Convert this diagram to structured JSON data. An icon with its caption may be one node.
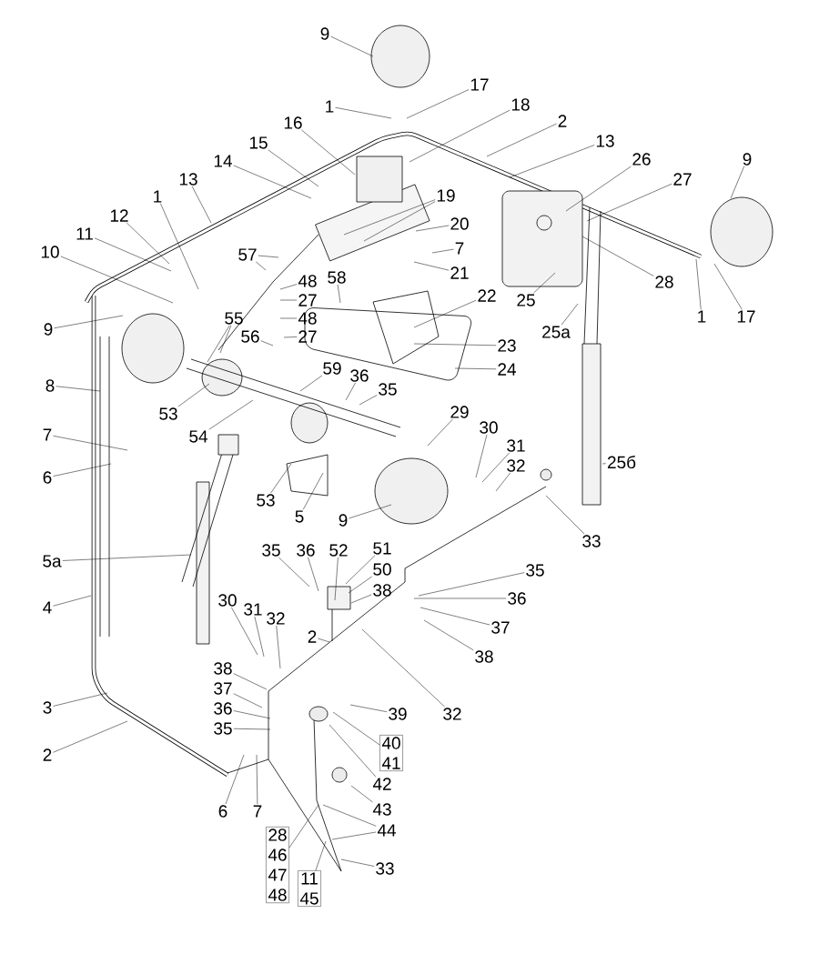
{
  "diagram": {
    "nodes": [
      {
        "text": [
          "9"
        ]
      },
      {
        "text": [
          "1"
        ]
      },
      {
        "text": [
          "17"
        ]
      },
      {
        "text": [
          "18"
        ]
      },
      {
        "text": [
          "2"
        ]
      },
      {
        "text": [
          "13"
        ]
      },
      {
        "text": [
          "16"
        ]
      },
      {
        "text": [
          "15"
        ]
      },
      {
        "text": [
          "14"
        ]
      },
      {
        "text": [
          "13"
        ]
      },
      {
        "text": [
          "1"
        ]
      },
      {
        "text": [
          "12"
        ]
      },
      {
        "text": [
          "11"
        ]
      },
      {
        "text": [
          "10"
        ]
      },
      {
        "text": [
          "19"
        ]
      },
      {
        "text": [
          "20"
        ]
      },
      {
        "text": [
          "7"
        ]
      },
      {
        "text": [
          "21"
        ]
      },
      {
        "text": [
          "57"
        ]
      },
      {
        "text": [
          "48"
        ]
      },
      {
        "text": [
          "27"
        ]
      },
      {
        "text": [
          "58"
        ]
      },
      {
        "text": [
          "48"
        ]
      },
      {
        "text": [
          "56"
        ]
      },
      {
        "text": [
          "27"
        ]
      },
      {
        "text": [
          "55"
        ]
      },
      {
        "text": [
          "9"
        ]
      },
      {
        "text": [
          "26"
        ]
      },
      {
        "text": [
          "27"
        ]
      },
      {
        "text": [
          "28"
        ]
      },
      {
        "text": [
          "25"
        ]
      },
      {
        "text": [
          "9"
        ]
      },
      {
        "text": [
          "1"
        ]
      },
      {
        "text": [
          "17"
        ]
      },
      {
        "text": [
          "25а"
        ]
      },
      {
        "text": [
          "22"
        ]
      },
      {
        "text": [
          "23"
        ]
      },
      {
        "text": [
          "24"
        ]
      },
      {
        "text": [
          "59"
        ]
      },
      {
        "text": [
          "36"
        ]
      },
      {
        "text": [
          "35"
        ]
      },
      {
        "text": [
          "8"
        ]
      },
      {
        "text": [
          "53"
        ]
      },
      {
        "text": [
          "54"
        ]
      },
      {
        "text": [
          "7"
        ]
      },
      {
        "text": [
          "6"
        ]
      },
      {
        "text": [
          "29"
        ]
      },
      {
        "text": [
          "30"
        ]
      },
      {
        "text": [
          "31"
        ]
      },
      {
        "text": [
          "32"
        ]
      },
      {
        "text": [
          "25б"
        ]
      },
      {
        "text": [
          "53"
        ]
      },
      {
        "text": [
          "5"
        ]
      },
      {
        "text": [
          "9"
        ]
      },
      {
        "text": [
          "33"
        ]
      },
      {
        "text": [
          "5а"
        ]
      },
      {
        "text": [
          "4"
        ]
      },
      {
        "text": [
          "35"
        ]
      },
      {
        "text": [
          "36"
        ]
      },
      {
        "text": [
          "52"
        ]
      },
      {
        "text": [
          "51"
        ]
      },
      {
        "text": [
          "50"
        ]
      },
      {
        "text": [
          "38"
        ]
      },
      {
        "text": [
          "35"
        ]
      },
      {
        "text": [
          "36"
        ]
      },
      {
        "text": [
          "37"
        ]
      },
      {
        "text": [
          "38"
        ]
      },
      {
        "text": [
          "32"
        ]
      },
      {
        "text": [
          "2"
        ]
      },
      {
        "text": [
          "30"
        ]
      },
      {
        "text": [
          "31"
        ]
      },
      {
        "text": [
          "32"
        ]
      },
      {
        "text": [
          "38"
        ]
      },
      {
        "text": [
          "37"
        ]
      },
      {
        "text": [
          "36"
        ]
      },
      {
        "text": [
          "35"
        ]
      },
      {
        "text": [
          "3"
        ]
      },
      {
        "text": [
          "2"
        ]
      },
      {
        "text": [
          "39"
        ]
      },
      {
        "text": [
          "40",
          "41"
        ]
      },
      {
        "text": [
          "42"
        ]
      },
      {
        "text": [
          "43"
        ]
      },
      {
        "text": [
          "44"
        ]
      },
      {
        "text": [
          "6"
        ]
      },
      {
        "text": [
          "7"
        ]
      },
      {
        "text": [
          "28",
          "46",
          "47",
          "48"
        ]
      },
      {
        "text": [
          "11",
          "45"
        ]
      },
      {
        "text": [
          "33"
        ]
      }
    ],
    "edges": [
      {
        "from": 0,
        "to": null,
        "arrow": "none"
      },
      {
        "from": 1,
        "to": null,
        "arrow": "none"
      },
      {
        "from": 2,
        "to": null,
        "arrow": "none"
      },
      {
        "from": 3,
        "to": null,
        "arrow": "none"
      },
      {
        "from": 4,
        "to": null,
        "arrow": "none"
      },
      {
        "from": 5,
        "to": null,
        "arrow": "none"
      },
      {
        "from": 6,
        "to": null,
        "arrow": "none"
      },
      {
        "from": 7,
        "to": null,
        "arrow": "none"
      },
      {
        "from": 8,
        "to": null,
        "arrow": "none"
      },
      {
        "from": 9,
        "to": null,
        "arrow": "none"
      },
      {
        "from": 10,
        "to": null,
        "arrow": "none"
      },
      {
        "from": 11,
        "to": null,
        "arrow": "none"
      },
      {
        "from": 12,
        "to": null,
        "arrow": "none"
      },
      {
        "from": 13,
        "to": null,
        "arrow": "none"
      },
      {
        "from": 14,
        "to": null,
        "arrow": "none"
      },
      {
        "from": 14,
        "to": null,
        "arrow": "none"
      },
      {
        "from": 15,
        "to": null,
        "arrow": "none"
      },
      {
        "from": 16,
        "to": null,
        "arrow": "none"
      },
      {
        "from": 17,
        "to": null,
        "arrow": "none"
      },
      {
        "from": 18,
        "to": null,
        "arrow": "none"
      },
      {
        "from": 18,
        "to": null,
        "arrow": "none"
      },
      {
        "from": 19,
        "to": null,
        "arrow": "none"
      },
      {
        "from": 20,
        "to": null,
        "arrow": "none"
      },
      {
        "from": 21,
        "to": null,
        "arrow": "none"
      },
      {
        "from": 22,
        "to": null,
        "arrow": "none"
      },
      {
        "from": 23,
        "to": null,
        "arrow": "none"
      },
      {
        "from": 24,
        "to": null,
        "arrow": "none"
      },
      {
        "from": 25,
        "to": null,
        "arrow": "none"
      },
      {
        "from": 25,
        "to": null,
        "arrow": "none"
      },
      {
        "from": 26,
        "to": null,
        "arrow": "none"
      },
      {
        "from": 27,
        "to": null,
        "arrow": "none"
      },
      {
        "from": 28,
        "to": null,
        "arrow": "none"
      },
      {
        "from": 29,
        "to": null,
        "arrow": "none"
      },
      {
        "from": 30,
        "to": null,
        "arrow": "none"
      },
      {
        "from": 31,
        "to": null,
        "arrow": "none"
      },
      {
        "from": 32,
        "to": null,
        "arrow": "none"
      },
      {
        "from": 33,
        "to": null,
        "arrow": "none"
      },
      {
        "from": 34,
        "to": null,
        "arrow": "none"
      },
      {
        "from": 35,
        "to": null,
        "arrow": "none"
      },
      {
        "from": 36,
        "to": null,
        "arrow": "none"
      },
      {
        "from": 37,
        "to": null,
        "arrow": "none"
      },
      {
        "from": 38,
        "to": null,
        "arrow": "none"
      },
      {
        "from": 39,
        "to": null,
        "arrow": "none"
      },
      {
        "from": 40,
        "to": null,
        "arrow": "none"
      },
      {
        "from": 41,
        "to": null,
        "arrow": "none"
      },
      {
        "from": 42,
        "to": null,
        "arrow": "none"
      },
      {
        "from": 43,
        "to": null,
        "arrow": "none"
      },
      {
        "from": 44,
        "to": null,
        "arrow": "none"
      },
      {
        "from": 45,
        "to": null,
        "arrow": "none"
      },
      {
        "from": 46,
        "to": null,
        "arrow": "none"
      },
      {
        "from": 47,
        "to": null,
        "arrow": "none"
      },
      {
        "from": 48,
        "to": null,
        "arrow": "none"
      },
      {
        "from": 49,
        "to": null,
        "arrow": "none"
      },
      {
        "from": 50,
        "to": null,
        "arrow": "none"
      },
      {
        "from": 51,
        "to": null,
        "arrow": "none"
      },
      {
        "from": 52,
        "to": null,
        "arrow": "none"
      },
      {
        "from": 53,
        "to": null,
        "arrow": "none"
      },
      {
        "from": 54,
        "to": null,
        "arrow": "none"
      },
      {
        "from": 55,
        "to": null,
        "arrow": "none"
      },
      {
        "from": 56,
        "to": null,
        "arrow": "none"
      },
      {
        "from": 57,
        "to": null,
        "arrow": "none"
      },
      {
        "from": 58,
        "to": null,
        "arrow": "none"
      },
      {
        "from": 59,
        "to": null,
        "arrow": "none"
      },
      {
        "from": 60,
        "to": null,
        "arrow": "none"
      },
      {
        "from": 61,
        "to": null,
        "arrow": "none"
      },
      {
        "from": 62,
        "to": null,
        "arrow": "none"
      },
      {
        "from": 63,
        "to": null,
        "arrow": "none"
      },
      {
        "from": 64,
        "to": null,
        "arrow": "none"
      },
      {
        "from": 65,
        "to": null,
        "arrow": "none"
      },
      {
        "from": 66,
        "to": null,
        "arrow": "none"
      },
      {
        "from": 67,
        "to": null,
        "arrow": "none"
      },
      {
        "from": 68,
        "to": null,
        "arrow": "none"
      },
      {
        "from": 69,
        "to": null,
        "arrow": "none"
      },
      {
        "from": 70,
        "to": null,
        "arrow": "none"
      },
      {
        "from": 71,
        "to": null,
        "arrow": "none"
      },
      {
        "from": 72,
        "to": null,
        "arrow": "none"
      },
      {
        "from": 73,
        "to": null,
        "arrow": "none"
      },
      {
        "from": 74,
        "to": null,
        "arrow": "none"
      },
      {
        "from": 75,
        "to": null,
        "arrow": "none"
      },
      {
        "from": 76,
        "to": null,
        "arrow": "none"
      },
      {
        "from": 77,
        "to": null,
        "arrow": "none"
      },
      {
        "from": 78,
        "to": null,
        "arrow": "none"
      },
      {
        "from": 79,
        "to": null,
        "arrow": "none"
      },
      {
        "from": 80,
        "to": null,
        "arrow": "none"
      },
      {
        "from": 81,
        "to": null,
        "arrow": "none"
      },
      {
        "from": 82,
        "to": null,
        "arrow": "none"
      },
      {
        "from": 82,
        "to": null,
        "arrow": "none"
      },
      {
        "from": 83,
        "to": null,
        "arrow": "none"
      },
      {
        "from": 84,
        "to": null,
        "arrow": "none"
      },
      {
        "from": 85,
        "to": null,
        "arrow": "none"
      },
      {
        "from": 86,
        "to": null,
        "arrow": "none"
      },
      {
        "from": 87,
        "to": null,
        "arrow": "none"
      }
    ]
  }
}
